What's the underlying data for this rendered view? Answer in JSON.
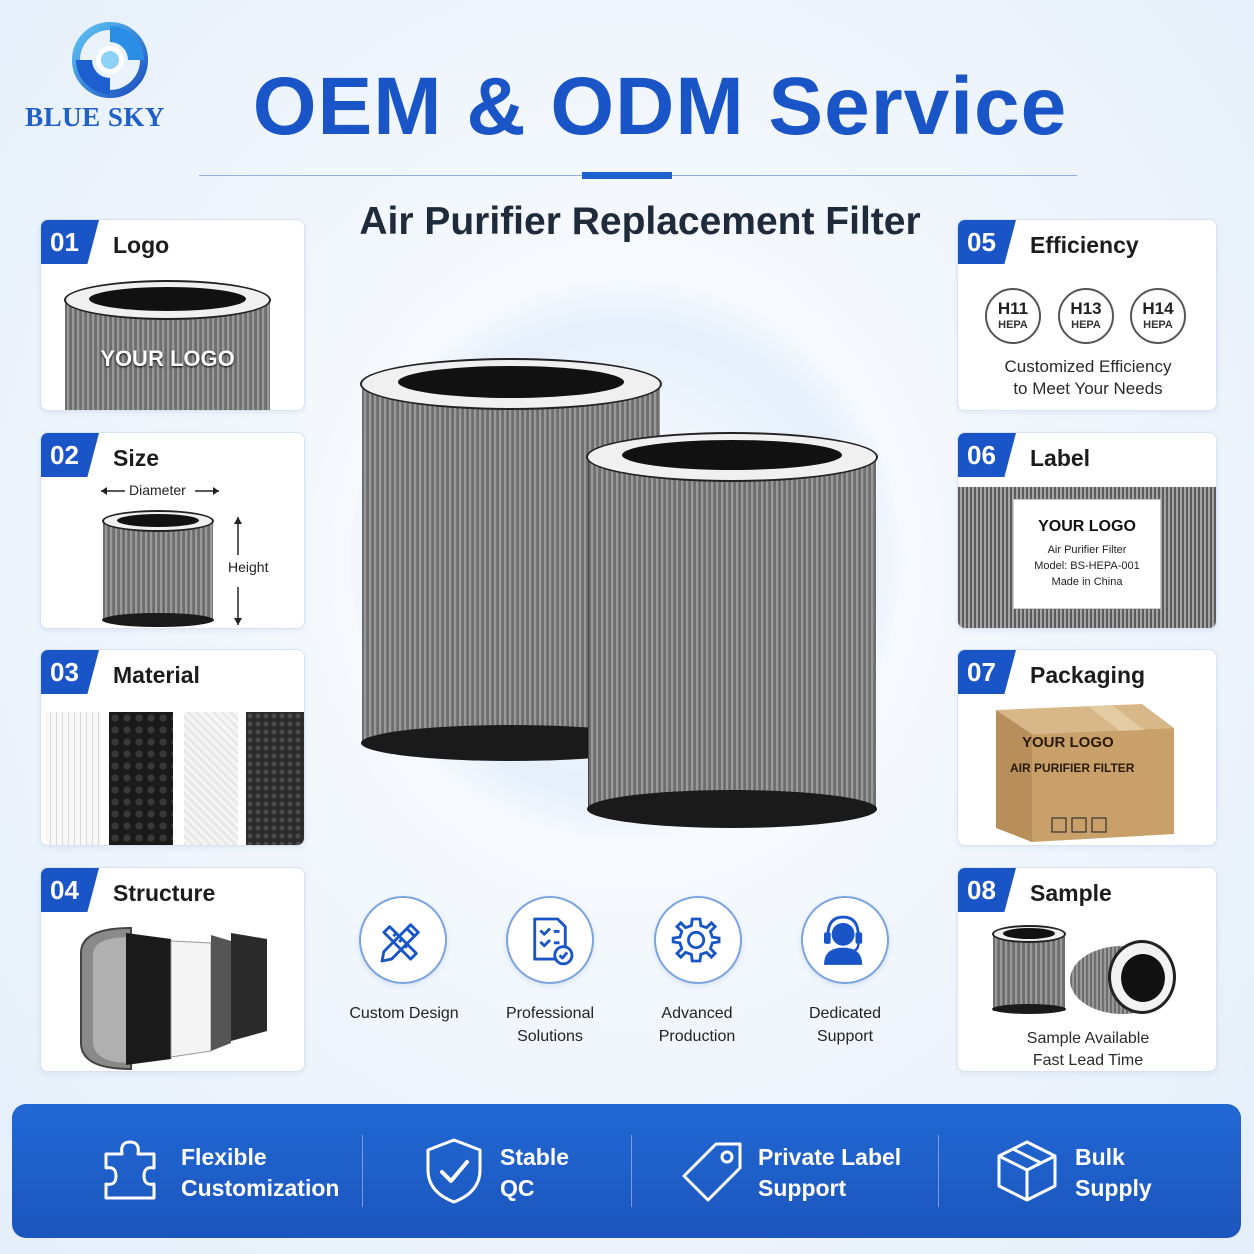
{
  "brand": {
    "name": "BLUE SKY"
  },
  "header": {
    "title": "OEM & ODM Service",
    "subtitle": "Air Purifier Replacement Filter"
  },
  "cards": [
    {
      "num": "01",
      "title": "Logo",
      "logo_text": "YOUR LOGO"
    },
    {
      "num": "02",
      "title": "Size",
      "diameter_label": "Diameter",
      "height_label": "Height"
    },
    {
      "num": "03",
      "title": "Material"
    },
    {
      "num": "04",
      "title": "Structure"
    },
    {
      "num": "05",
      "title": "Efficiency",
      "grades": [
        {
          "grade": "H11",
          "type": "HEPA"
        },
        {
          "grade": "H13",
          "type": "HEPA"
        },
        {
          "grade": "H14",
          "type": "HEPA"
        }
      ],
      "caption_line1": "Customized Efficiency",
      "caption_line2": "to Meet Your Needs"
    },
    {
      "num": "06",
      "title": "Label",
      "label_logo": "YOUR LOGO",
      "label_line1": "Air Purifier Filter",
      "label_line2": "Model: BS-HEPA-001",
      "label_line3": "Made in China"
    },
    {
      "num": "07",
      "title": "Packaging",
      "box_logo": "YOUR LOGO",
      "box_text": "AIR PURIFIER FILTER"
    },
    {
      "num": "08",
      "title": "Sample",
      "caption_line1": "Sample Available",
      "caption_line2": "Fast Lead Time"
    }
  ],
  "features": [
    {
      "line1": "Custom Design",
      "line2": "",
      "icon": "pencil-ruler-icon"
    },
    {
      "line1": "Professional",
      "line2": "Solutions",
      "icon": "checklist-icon"
    },
    {
      "line1": "Advanced",
      "line2": "Production",
      "icon": "gear-icon"
    },
    {
      "line1": "Dedicated",
      "line2": "Support",
      "icon": "headset-icon"
    }
  ],
  "bar": [
    {
      "line1": "Flexible",
      "line2": "Customization",
      "icon": "puzzle-icon"
    },
    {
      "line1": "Stable",
      "line2": "QC",
      "icon": "shield-check-icon"
    },
    {
      "line1": "Private Label",
      "line2": "Support",
      "icon": "tag-icon"
    },
    {
      "line1": "Bulk",
      "line2": "Supply",
      "icon": "box-icon"
    }
  ],
  "colors": {
    "brand_blue": "#1a55c8",
    "bar_blue": "#2268d4"
  }
}
